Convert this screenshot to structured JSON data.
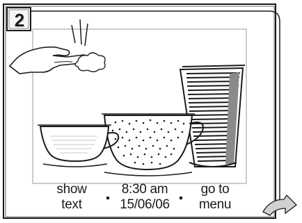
{
  "step_number": "2",
  "softkeys": {
    "left": {
      "line1": "show",
      "line2": "text"
    },
    "center": {
      "time": "8:30 am",
      "date": "15/06/06"
    },
    "right": {
      "line1": "go to",
      "line2": "menu"
    }
  },
  "icons": [
    "hand-swipe-icon",
    "small-cup-icon",
    "medium-cup-icon",
    "tall-glass-icon",
    "curved-next-arrow-icon"
  ],
  "colors": {
    "ink": "#1a1a1a",
    "screen_bg": "#ffffff",
    "arrow_fill": "#d0d0d0"
  }
}
